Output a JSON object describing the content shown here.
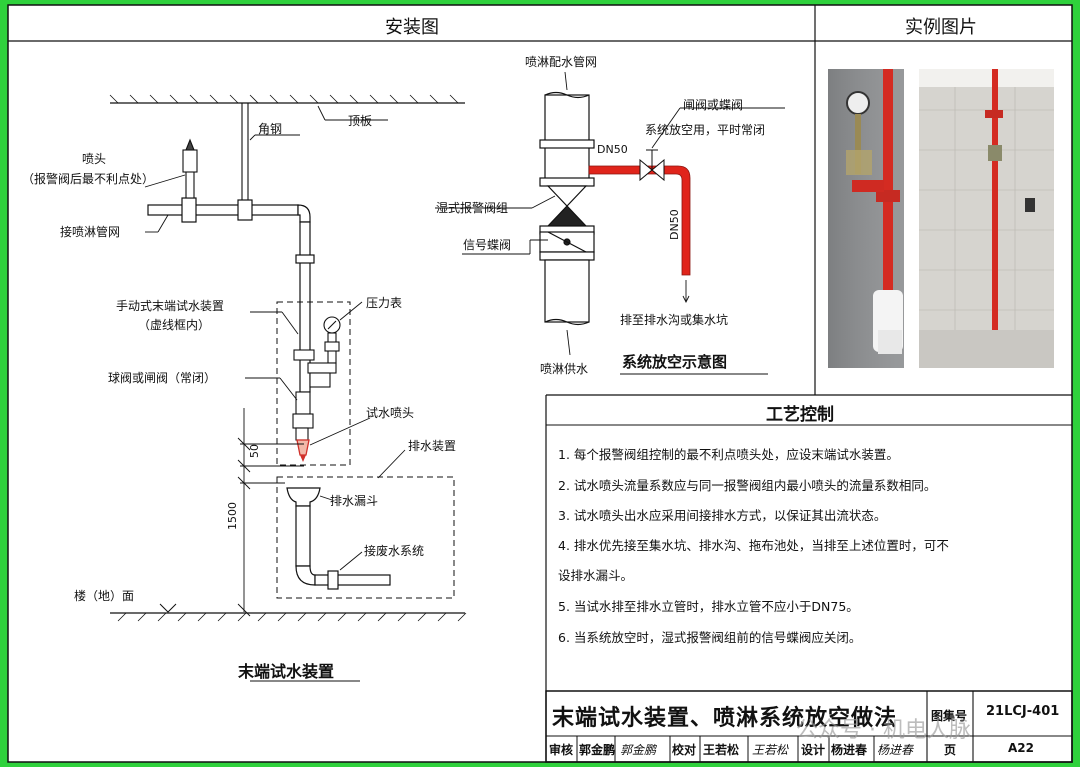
{
  "header": {
    "left": "安装图",
    "right": "实例图片"
  },
  "install": {
    "ceiling": "顶板",
    "angle_steel": "角钢",
    "sprinkler": "喷头",
    "sprinkler_note": "（报警阀后最不利点处）",
    "branch_pipe": "接喷淋管网",
    "manual_device": "手动式末端试水装置",
    "manual_device_note": "（虚线框内）",
    "pressure_gauge": "压力表",
    "ball_valve": "球阀或闸阀（常闭）",
    "test_nozzle": "试水喷头",
    "drain_device": "排水装置",
    "dim_50": "50",
    "drain_funnel": "排水漏斗",
    "dim_1500": "1500",
    "waste_system": "接废水系统",
    "floor": "楼（地）面",
    "caption": "末端试水装置"
  },
  "drain_schematic": {
    "network": "喷淋配水管网",
    "gate_valve": "闸阀或蝶阀",
    "usage": "系统放空用，平时常闭",
    "dn50_a": "DN50",
    "dn50_b": "DN50",
    "wet_alarm": "湿式报警阀组",
    "signal_valve": "信号蝶阀",
    "discharge": "排至排水沟或集水坑",
    "supply": "喷淋供水",
    "caption": "系统放空示意图"
  },
  "process": {
    "title": "工艺控制",
    "items": [
      "1.  每个报警阀组控制的最不利点喷头处，应设末端试水装置。",
      "2.  试水喷头流量系数应与同一报警阀组内最小喷头的流量系数相同。",
      "3.  试水喷头出水应采用间接排水方式，以保证其出流状态。",
      "4.  排水优先接至集水坑、排水沟、拖布池处，当排至上述位置时，可不",
      "     设排水漏斗。",
      "5.  当试水排至排水立管时，排水立管不应小于DN75。",
      "6.  当系统放空时，湿式报警阀组前的信号蝶阀应关闭。"
    ]
  },
  "titleblock": {
    "title": "末端试水装置、喷淋系统放空做法",
    "atlas_label": "图集号",
    "atlas_no": "21LCJ-401",
    "review": "审核",
    "reviewer": "郭金鹏",
    "reviewer_sig": "郭金鹏",
    "check": "校对",
    "checker": "王若松",
    "checker_sig": "王若松",
    "design": "设计",
    "designer": "杨进春",
    "designer_sig": "杨进春",
    "page_label": "页",
    "page_no": "A22",
    "watermark": "公众号 · 机电人脉"
  },
  "colors": {
    "green_band": "#2fd13c",
    "red_pipe": "#e0241b",
    "line": "#111111"
  }
}
